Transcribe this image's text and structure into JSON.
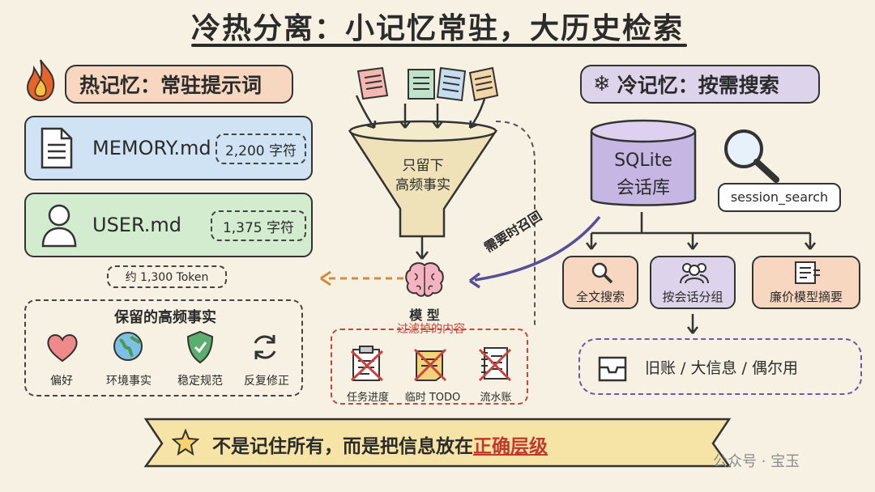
{
  "title": "冷热分离：小记忆常驻，大历史检索",
  "hot": {
    "header": "热记忆：常驻提示词",
    "icon": "flame-icon",
    "memory_file": "MEMORY.md",
    "memory_chars": "2,200 字符",
    "user_file": "USER.md",
    "user_chars": "1,375 字符",
    "token_note": "约 1,300 Token",
    "facts_title": "保留的高频事实",
    "facts": [
      "偏好",
      "环境事实",
      "稳定规范",
      "反复修正"
    ]
  },
  "funnel": {
    "label_line1": "只留下",
    "label_line2": "高频事实",
    "model_label": "模  型",
    "recall_label": "需要时召回",
    "filtered_title": "过滤掉的内容",
    "filtered_items": [
      "任务进度",
      "临时 TODO",
      "流水账"
    ]
  },
  "cold": {
    "header": "冷记忆：按需搜索",
    "icon": "snowflake-icon",
    "db_line1": "SQLite",
    "db_line2": "会话库",
    "search_tool": "session_search",
    "methods": [
      "全文搜索",
      "按会话分组",
      "廉价模型摘要"
    ],
    "result": "旧账 / 大信息 / 偶尔用"
  },
  "banner": {
    "text_prefix": "不是记住所有，而是把信息放在",
    "text_highlight": "正确层级"
  },
  "watermark": "公众号 · 宝玉",
  "colors": {
    "hot_blue": "#cfe3f4",
    "hot_green": "#d3ebcf",
    "cold_purple": "#ddd4ec",
    "cold_peach": "#f7d7bf",
    "filter_red": "#c9443f",
    "banner_yellow": "#f6e3a6",
    "highlight_red": "#c0392b"
  }
}
